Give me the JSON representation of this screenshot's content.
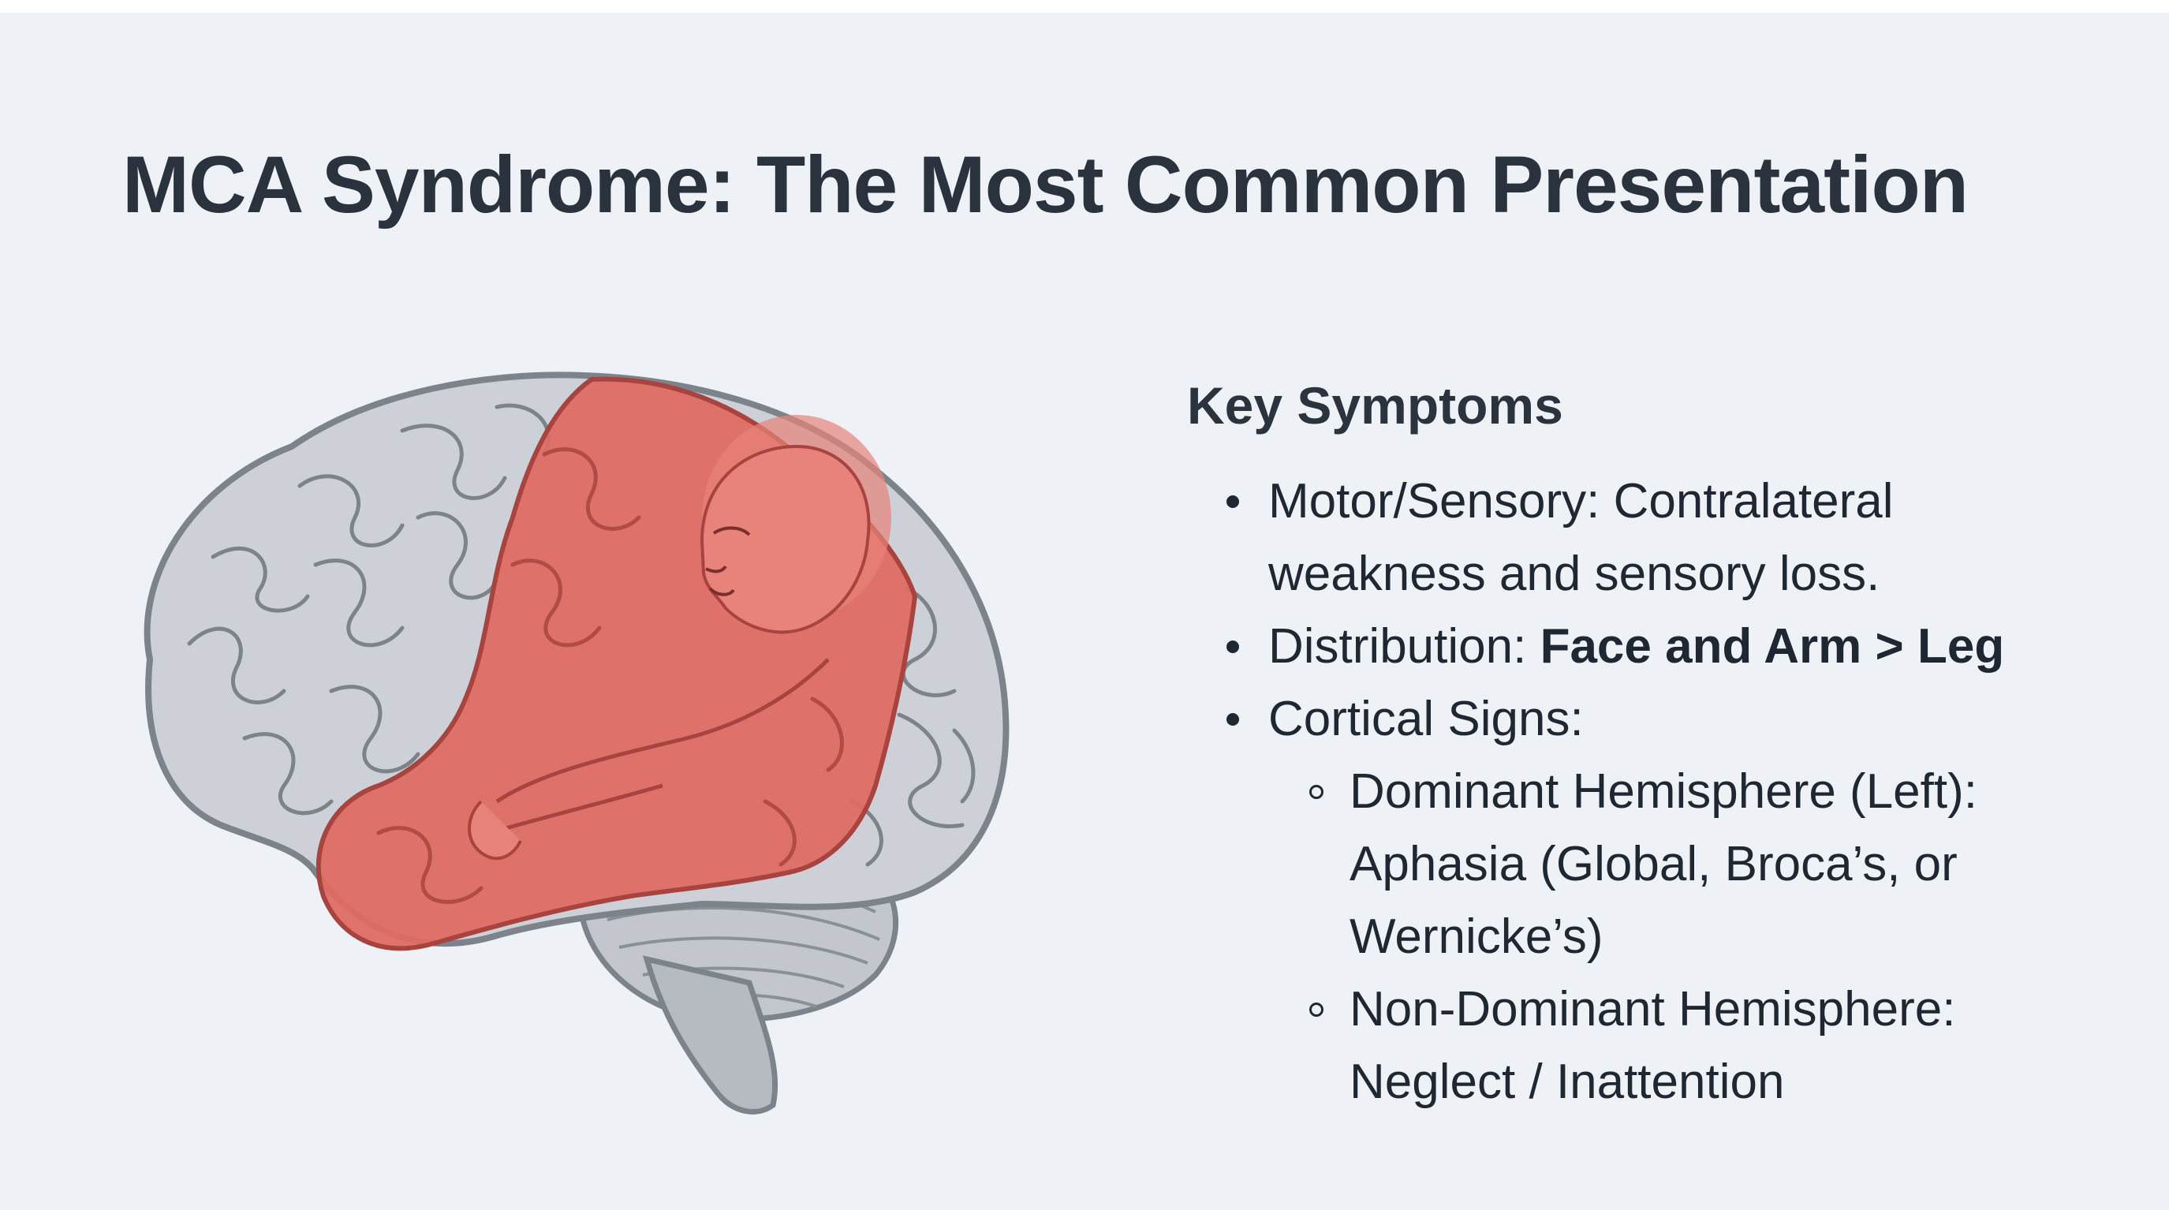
{
  "slide": {
    "title": "MCA Syndrome: The Most Common Presentation"
  },
  "symptoms": {
    "heading": "Key Symptoms",
    "items": [
      {
        "text": "Motor/Sensory: Contralateral weakness and sensory loss."
      },
      {
        "text_prefix": "Distribution: ",
        "text_emphasis": "Face and Arm > Leg"
      },
      {
        "text": "Cortical Signs:",
        "subitems": [
          {
            "text": "Dominant Hemisphere (Left): Aphasia (Global, Broca’s, or Wernicke’s)"
          },
          {
            "text": "Non-Dominant Hemisphere: Neglect / Inattention"
          }
        ]
      }
    ]
  },
  "illustration": {
    "icon": "brain-illustration",
    "highlight_icon": "mca-territory-highlight",
    "figure_icon": "homunculus-figure",
    "colors": {
      "brain_fill": "#cdd1d7",
      "brain_stroke": "#7d838b",
      "territory_fill": "#de6b63",
      "territory_stroke": "#a8443f",
      "background": "#eef1f6"
    }
  }
}
